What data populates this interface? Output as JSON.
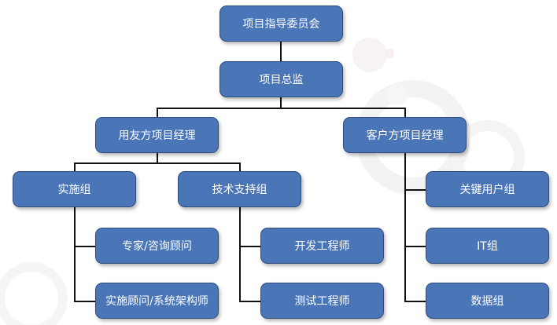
{
  "org_chart": {
    "root": "项目指导委员会",
    "director": "项目总监",
    "vendor_pm": "用友方项目经理",
    "client_pm": "客户方项目经理",
    "impl_group": "实施组",
    "tech_group": "技术支持组",
    "expert_consultant": "专家/咨询顾问",
    "impl_consultant": "实施顾问/系统架构师",
    "developer": "开发工程师",
    "tester": "测试工程师",
    "key_user_group": "关键用户组",
    "it_group": "IT组",
    "data_group": "数据组"
  },
  "colors": {
    "node_fill": "#4a76b8",
    "node_border": "#2d4d7e",
    "node_text": "#ffffff",
    "connector": "#111111"
  }
}
